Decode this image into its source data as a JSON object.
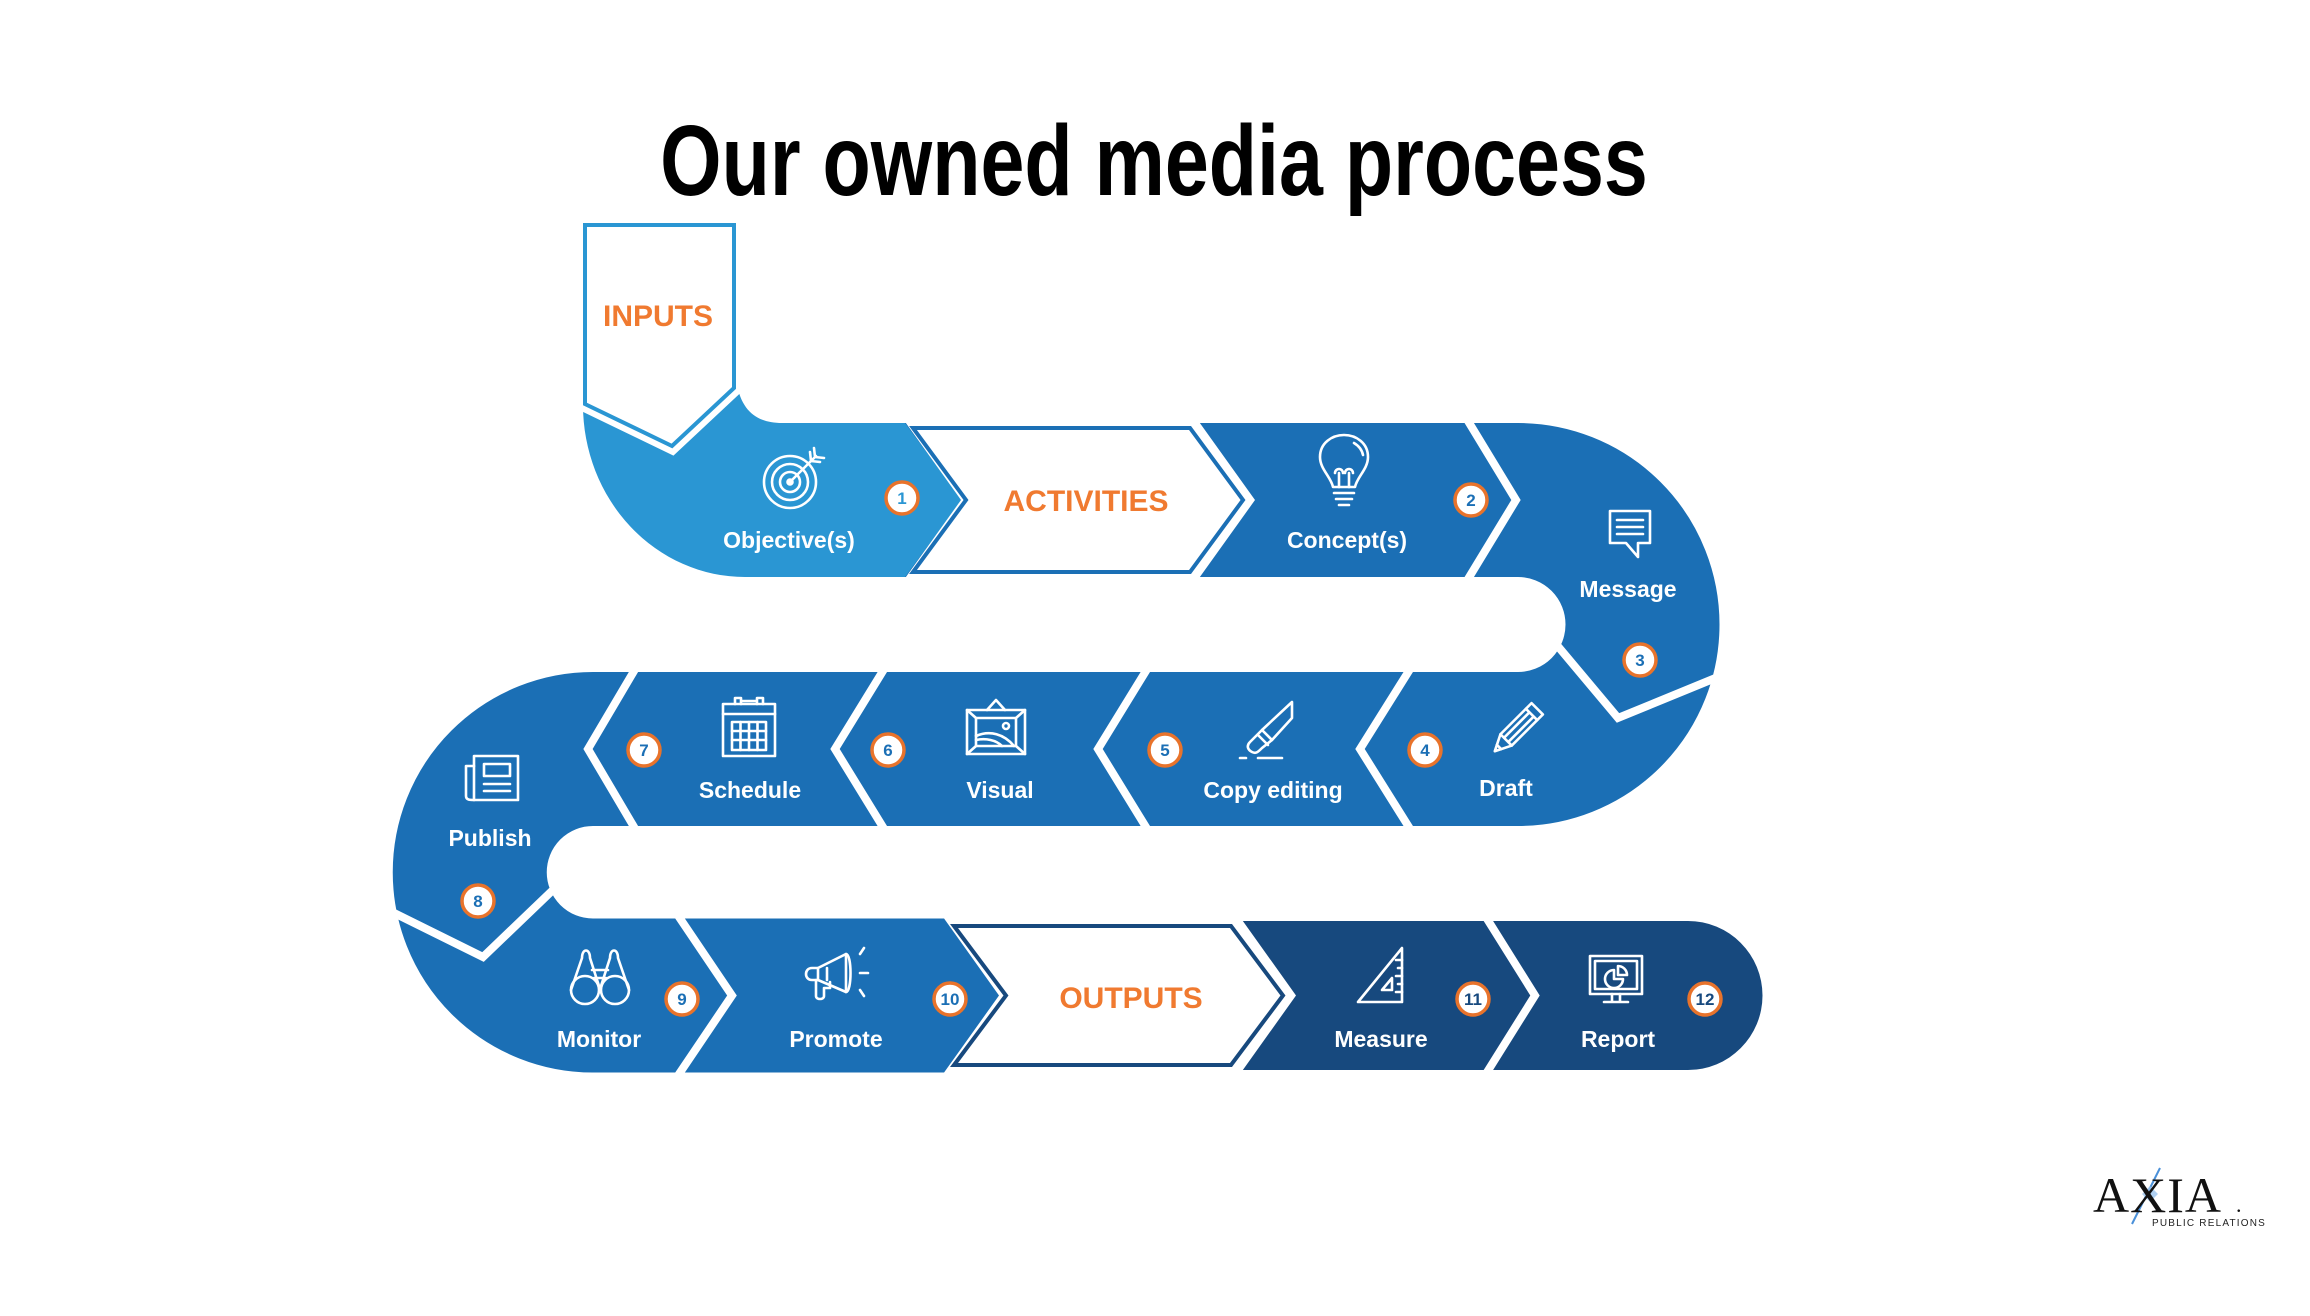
{
  "title": "Our owned media process",
  "colors": {
    "light_blue": "#2A96D3",
    "mid_blue": "#1B6FB5",
    "dark_blue": "#17497E",
    "orange": "#F07A30",
    "badge_border": "#E8732B"
  },
  "phases": {
    "inputs": "INPUTS",
    "activities": "ACTIVITIES",
    "outputs": "OUTPUTS"
  },
  "steps": [
    {
      "number": "1",
      "label": "Objective(s)",
      "icon": "target-icon"
    },
    {
      "number": "2",
      "label": "Concept(s)",
      "icon": "lightbulb-icon"
    },
    {
      "number": "3",
      "label": "Message",
      "icon": "speech-bubble-icon"
    },
    {
      "number": "4",
      "label": "Draft",
      "icon": "pencil-icon"
    },
    {
      "number": "5",
      "label": "Copy editing",
      "icon": "craft-knife-icon"
    },
    {
      "number": "6",
      "label": "Visual",
      "icon": "picture-frame-icon"
    },
    {
      "number": "7",
      "label": "Schedule",
      "icon": "calendar-icon"
    },
    {
      "number": "8",
      "label": "Publish",
      "icon": "newspaper-icon"
    },
    {
      "number": "9",
      "label": "Monitor",
      "icon": "binoculars-icon"
    },
    {
      "number": "10",
      "label": "Promote",
      "icon": "megaphone-icon"
    },
    {
      "number": "11",
      "label": "Measure",
      "icon": "set-square-icon"
    },
    {
      "number": "12",
      "label": "Report",
      "icon": "monitor-chart-icon"
    }
  ],
  "logo": {
    "name": "AXIA",
    "dot": ".",
    "tagline": "PUBLIC RELATIONS"
  }
}
